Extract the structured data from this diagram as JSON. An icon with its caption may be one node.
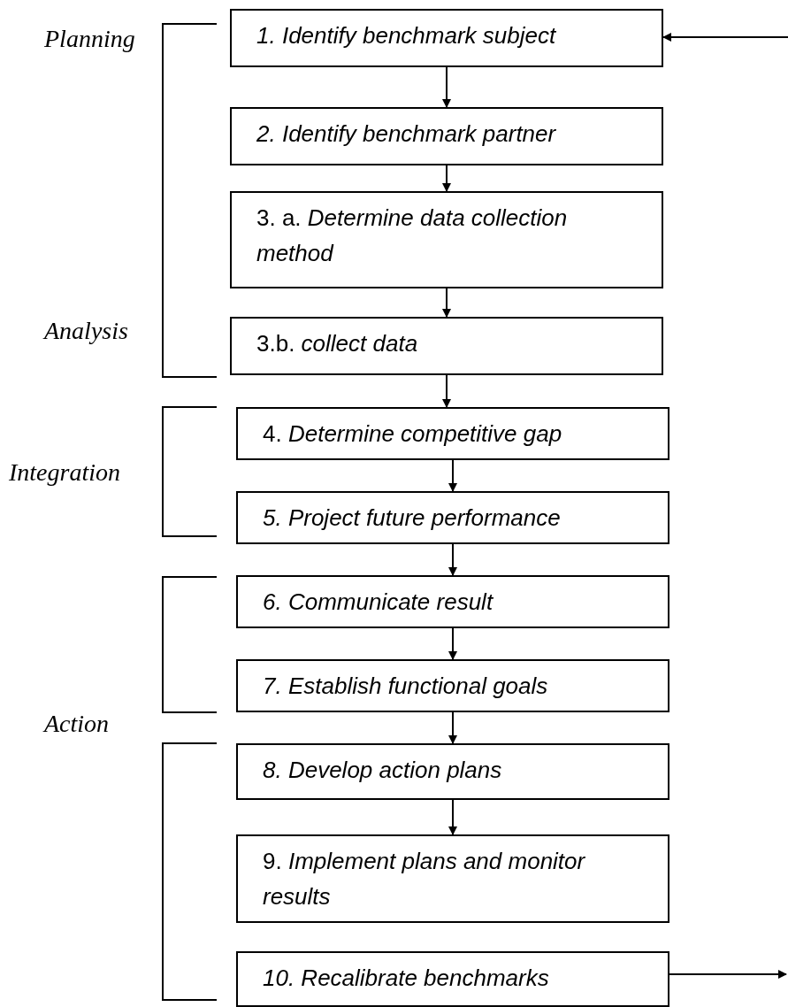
{
  "diagram": {
    "nodes": [
      {
        "text": [
          "1. Identify benchmark subject"
        ]
      },
      {
        "text": [
          "2. Identify benchmark partner"
        ]
      },
      {
        "text": [
          "3. a. *Determine data collection method*"
        ]
      },
      {
        "text": [
          "3.b. *collect data*"
        ]
      },
      {
        "text": [
          "4. *Determine competitive gap*"
        ]
      },
      {
        "text": [
          "5. Project future performance"
        ]
      },
      {
        "text": [
          "6. Communicate result"
        ]
      },
      {
        "text": [
          "7. Establish functional goals"
        ]
      },
      {
        "text": [
          "8. Develop action plans"
        ]
      },
      {
        "text": [
          "9. *Implement plans and monitor results*"
        ]
      },
      {
        "text": [
          "10. Recalibrate benchmarks"
        ]
      }
    ],
    "edges": [
      {
        "from": 0,
        "to": 1,
        "arrow": "to"
      },
      {
        "from": 1,
        "to": 2,
        "arrow": "to"
      },
      {
        "from": 2,
        "to": 3,
        "arrow": "to"
      },
      {
        "from": 3,
        "to": 4,
        "arrow": "to"
      },
      {
        "from": 4,
        "to": 5,
        "arrow": "to"
      },
      {
        "from": 5,
        "to": 6,
        "arrow": "to"
      },
      {
        "from": 6,
        "to": 7,
        "arrow": "to"
      },
      {
        "from": 7,
        "to": 8,
        "arrow": "to"
      },
      {
        "from": 8,
        "to": 9,
        "arrow": "to"
      },
      {
        "from": 10,
        "to": null,
        "arrow": "to"
      },
      {
        "from": null,
        "to": 0,
        "arrow": "to"
      }
    ],
    "labels": [
      "Planning",
      "Analysis",
      "Integration",
      "Action"
    ]
  }
}
